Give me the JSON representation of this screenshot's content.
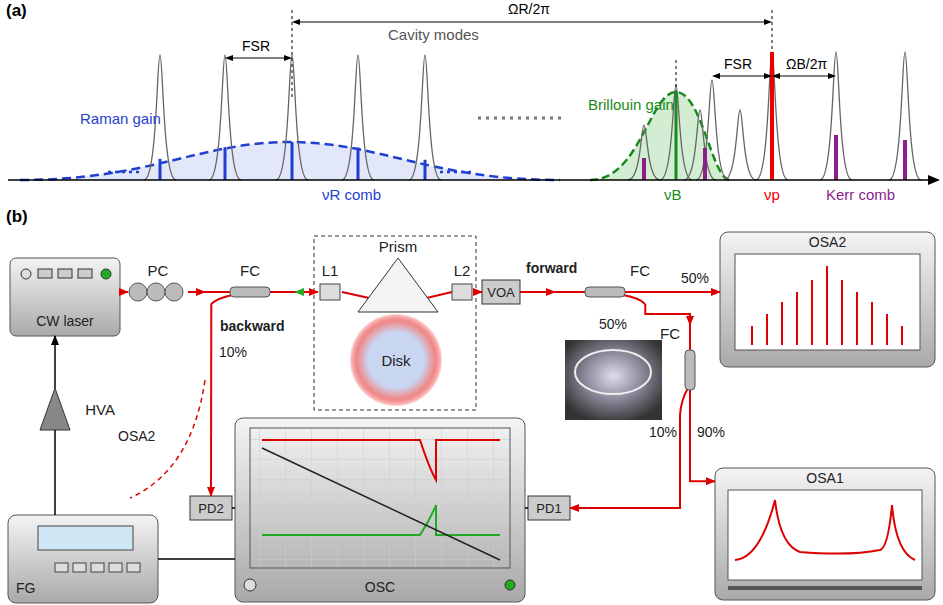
{
  "diagram": {
    "nodes": [
      {
        "text": [
          "CW laser"
        ]
      },
      {
        "text": [
          "PC"
        ]
      },
      {
        "text": [
          "FC"
        ]
      },
      {
        "text": [
          "L1"
        ]
      },
      {
        "text": [
          "Prism"
        ]
      },
      {
        "text": [
          "L2"
        ]
      },
      {
        "text": [
          "Disk"
        ]
      },
      {
        "text": [
          "VOA"
        ]
      },
      {
        "text": [
          "FC"
        ]
      },
      {
        "text": [
          "OSA2"
        ]
      },
      {
        "text": [
          "FC"
        ]
      },
      {
        "text": [
          "OSA1"
        ]
      },
      {
        "text": [
          "PD1"
        ]
      },
      {
        "text": [
          "PD2"
        ]
      },
      {
        "text": [
          "OSC"
        ]
      },
      {
        "text": [
          "FG"
        ]
      },
      {
        "text": [
          "HVA"
        ]
      }
    ],
    "edges": [
      {
        "from": 0,
        "to": 1,
        "arrow": "to"
      },
      {
        "from": 1,
        "to": 2,
        "arrow": "to"
      },
      {
        "from": 2,
        "to": 3,
        "arrow": "both"
      },
      {
        "from": 5,
        "to": 7,
        "arrow": "to"
      },
      {
        "from": 7,
        "to": 8,
        "arrow": "to"
      },
      {
        "from": 8,
        "to": 9,
        "arrow": "to",
        "label": "50%"
      },
      {
        "from": 8,
        "to": 10,
        "arrow": "to",
        "label": "50%"
      },
      {
        "from": 10,
        "to": 11,
        "arrow": "to",
        "label": "90%"
      },
      {
        "from": 10,
        "to": 12,
        "arrow": "to",
        "label": "10%"
      },
      {
        "from": 2,
        "to": 13,
        "arrow": "to",
        "label": "10%"
      },
      {
        "from": 12,
        "to": 14,
        "arrow": "none"
      },
      {
        "from": 13,
        "to": 14,
        "arrow": "none"
      },
      {
        "from": 15,
        "to": 14,
        "arrow": "none"
      },
      {
        "from": 15,
        "to": 16,
        "arrow": "none"
      },
      {
        "from": 16,
        "to": 0,
        "arrow": "to"
      }
    ],
    "labels": [
      "(a)",
      "FSR",
      "ΩR/2π",
      "Cavity modes",
      "FSR",
      "ΩB/2π",
      "Raman gain",
      "νR comb",
      "Brillouin gain",
      "νB",
      "νp",
      "Kerr comb",
      "(b)",
      "backward",
      "forward",
      "OSA2"
    ]
  }
}
